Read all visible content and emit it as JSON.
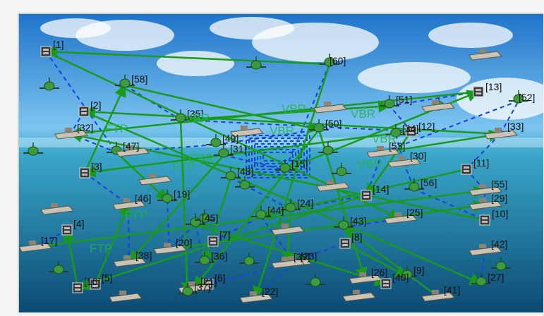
{
  "colors": {
    "sky_top": "#1f74c9",
    "sky_mid": "#7cc4f0",
    "sea_top": "#3aa7c9",
    "sea_bottom": "#0b4a73",
    "link_solid": "#1a9a1a",
    "link_dashed": "#1a3fe0",
    "label_text": "#111111",
    "traffic_label": "#22b14c"
  },
  "node_labels": [
    {
      "id": "1",
      "text": "[1]"
    },
    {
      "id": "2",
      "text": "[2]"
    },
    {
      "id": "3",
      "text": "[3]"
    },
    {
      "id": "4",
      "text": "[4]"
    },
    {
      "id": "5",
      "text": "[5]"
    },
    {
      "id": "6",
      "text": "[6]"
    },
    {
      "id": "7",
      "text": "[7]"
    },
    {
      "id": "8",
      "text": "[8]"
    },
    {
      "id": "9",
      "text": "[9]"
    },
    {
      "id": "10",
      "text": "[10]"
    },
    {
      "id": "11",
      "text": "[11]"
    },
    {
      "id": "12",
      "text": "[12]"
    },
    {
      "id": "13",
      "text": "[13]"
    },
    {
      "id": "14",
      "text": "[14]"
    },
    {
      "id": "15",
      "text": "[15]"
    },
    {
      "id": "16",
      "text": "[16]"
    },
    {
      "id": "17",
      "text": "[17]"
    },
    {
      "id": "19",
      "text": "[19]"
    },
    {
      "id": "20",
      "text": "[20]"
    },
    {
      "id": "21",
      "text": "[21]"
    },
    {
      "id": "22",
      "text": "[22]"
    },
    {
      "id": "23",
      "text": "[23]"
    },
    {
      "id": "24",
      "text": "[24]"
    },
    {
      "id": "25",
      "text": "[25]"
    },
    {
      "id": "26",
      "text": "[26]"
    },
    {
      "id": "27",
      "text": "[27]"
    },
    {
      "id": "29",
      "text": "[29]"
    },
    {
      "id": "30",
      "text": "[30]"
    },
    {
      "id": "31",
      "text": "[31]"
    },
    {
      "id": "32",
      "text": "[32]"
    },
    {
      "id": "33",
      "text": "[33]"
    },
    {
      "id": "34",
      "text": "[34]"
    },
    {
      "id": "35",
      "text": "[35]"
    },
    {
      "id": "36",
      "text": "[36]"
    },
    {
      "id": "37",
      "text": "[37]"
    },
    {
      "id": "38",
      "text": "[38]"
    },
    {
      "id": "39",
      "text": "[39]"
    },
    {
      "id": "40",
      "text": "[40]"
    },
    {
      "id": "41",
      "text": "[41]"
    },
    {
      "id": "42",
      "text": "[42]"
    },
    {
      "id": "43",
      "text": "[43]"
    },
    {
      "id": "44",
      "text": "[44]"
    },
    {
      "id": "45",
      "text": "[45]"
    },
    {
      "id": "46",
      "text": "[46]"
    },
    {
      "id": "47",
      "text": "[47]"
    },
    {
      "id": "48",
      "text": "[48]"
    },
    {
      "id": "49",
      "text": "[49]"
    },
    {
      "id": "50",
      "text": "[50]"
    },
    {
      "id": "51",
      "text": "[51]"
    },
    {
      "id": "52",
      "text": "[52]"
    },
    {
      "id": "53",
      "text": "[53]"
    },
    {
      "id": "55",
      "text": "[55]"
    },
    {
      "id": "56",
      "text": "[56]"
    },
    {
      "id": "58",
      "text": "[58]"
    },
    {
      "id": "60",
      "text": "[60]"
    }
  ],
  "traffic_labels": [
    "VBR",
    "VBR",
    "VBR",
    "VBR",
    "VBR",
    "VBR",
    "FTP",
    "FTP",
    "FTP",
    "FTP",
    "CBR"
  ]
}
